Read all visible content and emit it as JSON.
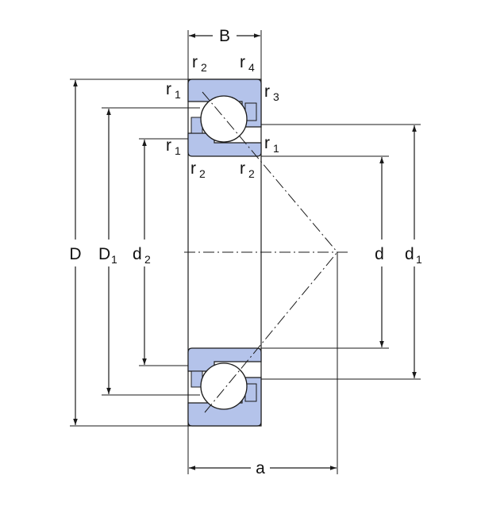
{
  "colors": {
    "ring_fill": "#b4c3ea",
    "line": "#1a1a1a",
    "background": "#ffffff"
  },
  "labels": {
    "B": "B",
    "D": "D",
    "D1_main": "D",
    "D1_sub": "1",
    "d2_main": "d",
    "d2_sub": "2",
    "d": "d",
    "d1_main": "d",
    "d1_sub": "1",
    "a": "a",
    "r2_tl_main": "r",
    "r2_tl_sub": "2",
    "r4_main": "r",
    "r4_sub": "4",
    "r1_tl_main": "r",
    "r1_tl_sub": "1",
    "r3_main": "r",
    "r3_sub": "3",
    "r1_ml_main": "r",
    "r1_ml_sub": "1",
    "r1_mr_main": "r",
    "r1_mr_sub": "1",
    "r2_bl_main": "r",
    "r2_bl_sub": "2",
    "r2_br_main": "r",
    "r2_br_sub": "2"
  }
}
